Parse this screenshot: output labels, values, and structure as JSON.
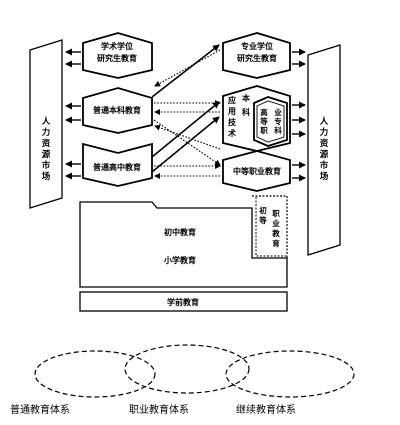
{
  "left_market": [
    "人",
    "力",
    "资",
    "源",
    "市",
    "场"
  ],
  "right_market": [
    "人",
    "力",
    "资",
    "源",
    "市",
    "场"
  ],
  "academic_postgrad": [
    "学术学位",
    "研究生教育"
  ],
  "professional_postgrad": [
    "专业学位",
    "研究生教育"
  ],
  "general_undergrad": "普通本科教育",
  "general_highschool": "普通高中教育",
  "applied_tech_undergrad": [
    "应",
    "用",
    "技",
    "术"
  ],
  "undergrad_chars": [
    "本",
    "科"
  ],
  "higher_vocational": [
    "高",
    "等",
    "职",
    "业",
    "专",
    "科"
  ],
  "secondary_vocational": "中等职业教育",
  "junior_high": "初中教育",
  "junior_vocational": [
    "初",
    "等",
    "职",
    "业",
    "教",
    "育"
  ],
  "primary": "小学教育",
  "preschool": "学前教育",
  "systems": [
    "普通教育体系",
    "职业教育体系",
    "继续教育体系"
  ]
}
